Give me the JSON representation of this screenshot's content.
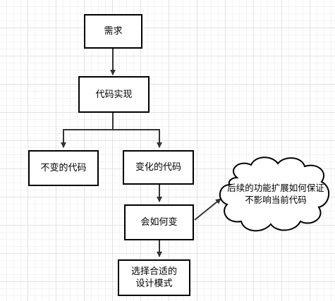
{
  "diagram": {
    "nodes": {
      "need": "需求",
      "implementation": "代码实现",
      "unchanged_code": "不变的代码",
      "changing_code": "变化的代码",
      "how_change": "会如何变",
      "choose_pattern": "选择合适的设计模式"
    },
    "cloud_note": "后续的功能扩展如何保证不影响当前代码"
  },
  "colors": {
    "stroke": "#000000",
    "arrow": "#333333",
    "background": "#ffffff",
    "grid": "#e3e3e3"
  }
}
